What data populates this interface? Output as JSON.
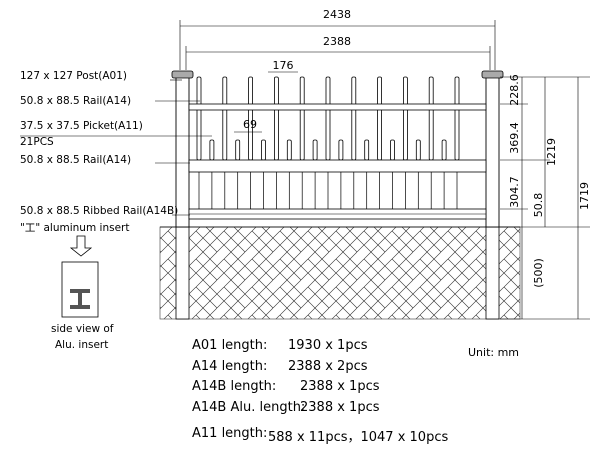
{
  "dimensions": {
    "overall_width": "2438",
    "rail_length": "2388",
    "top_picket_spacing": "176",
    "lower_picket_spacing": "69",
    "top_offset": "228.6",
    "upper_span": "369.4",
    "lower_span": "304.7",
    "bottom_gap": "50.8",
    "above_ground": "1219",
    "total_height": "1719",
    "in_ground": "(500)"
  },
  "labels": {
    "post": "127 x 127 Post(A01)",
    "rail_top": "50.8 x 88.5 Rail(A14)",
    "picket": "37.5 x 37.5 Picket(A11)",
    "picket_count": "21PCS",
    "rail_mid": "50.8 x 88.5 Rail(A14)",
    "ribbed_rail": "50.8 x 88.5 Ribbed  Rail(A14B)",
    "insert": "\"工\" aluminum insert",
    "side_view_line1": "side view of",
    "side_view_line2": "Alu. insert",
    "unit": "Unit: mm"
  },
  "specs": [
    {
      "name": "A01 length:",
      "value": "1930 x 1pcs"
    },
    {
      "name": "A14 length:",
      "value": "2388 x 2pcs"
    },
    {
      "name": "A14B length:",
      "value": "2388 x 1pcs"
    },
    {
      "name": "A14B Alu. length:",
      "value": "2388 x 1pcs"
    },
    {
      "name": "A11 length:",
      "value": "588 x 11pcs，1047 x 10pcs"
    }
  ]
}
